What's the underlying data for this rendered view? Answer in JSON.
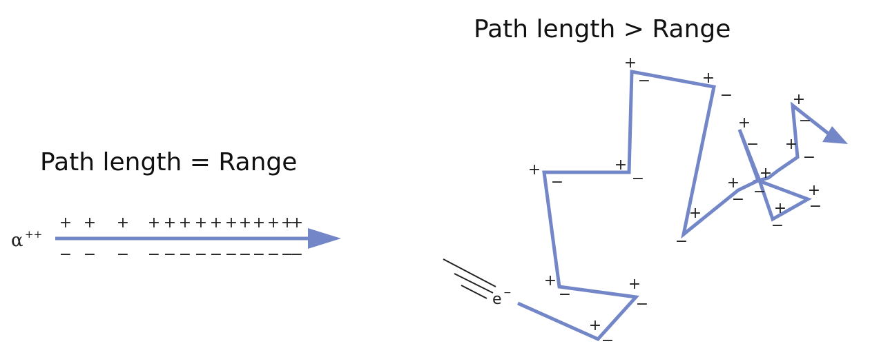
{
  "left_panel": {
    "title": "Path length = Range",
    "particle_label": "α",
    "particle_charge": "++",
    "positive_symbol": "+",
    "negative_symbol": "−"
  },
  "right_panel": {
    "title": "Path length > Range",
    "particle_label": "e",
    "particle_charge": "−",
    "positive_symbol": "+",
    "negative_symbol": "−"
  },
  "colors": {
    "path": "#7387c8",
    "ink": "#222222"
  }
}
